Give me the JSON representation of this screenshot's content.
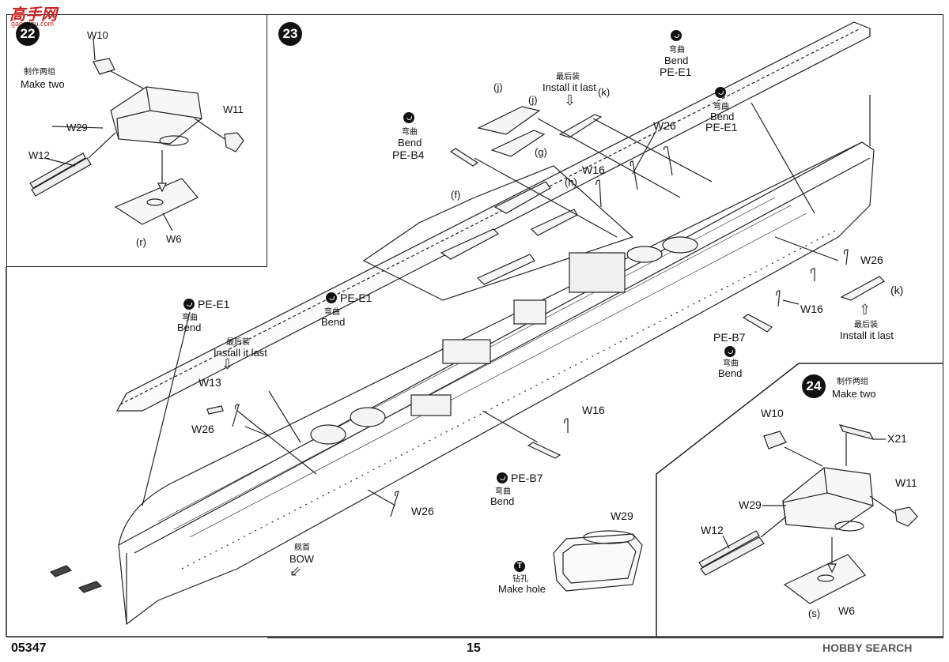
{
  "watermark": {
    "top_left": "高手网",
    "top_left_sub": "gaoshou.com",
    "bottom_right": "HOBBY SEARCH"
  },
  "page": {
    "code": "05347",
    "number": "15"
  },
  "step22": {
    "number": "22",
    "cn_make_two": "制作两组",
    "make_two": "Make two",
    "parts": {
      "w10": "W10",
      "w11": "W11",
      "w29": "W29",
      "w12": "W12",
      "w6": "W6",
      "r": "(r)"
    }
  },
  "step23": {
    "number": "23",
    "pe_e1": "PE-E1",
    "pe_b4": "PE-B4",
    "pe_b7": "PE-B7",
    "cn_bend": "弯曲",
    "bend": "Bend",
    "cn_install_last": "最后装",
    "install_last": "Install it last",
    "parts": {
      "j": "(j)",
      "k": "(k)",
      "g": "(g)",
      "f": "(f)",
      "h": "(h)",
      "w26": "W26",
      "w16": "W16",
      "w13": "W13"
    },
    "cn_bow": "舰首",
    "bow": "BOW",
    "cn_drill": "钻孔",
    "make_hole": "Make hole",
    "w29": "W29",
    "drill_symbol": "T"
  },
  "step24": {
    "number": "24",
    "cn_make_two": "制作两组",
    "make_two": "Make two",
    "parts": {
      "w10": "W10",
      "x21": "X21",
      "w11": "W11",
      "w29": "W29",
      "w12": "W12",
      "w6": "W6",
      "s": "(s)"
    }
  }
}
